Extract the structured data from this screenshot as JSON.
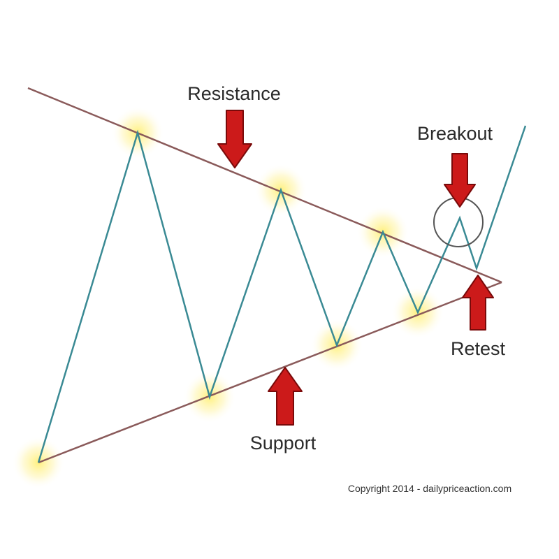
{
  "labels": {
    "resistance": "Resistance",
    "support": "Support",
    "breakout": "Breakout",
    "retest": "Retest"
  },
  "copyright": "Copyright 2014 - dailypriceaction.com",
  "colors": {
    "trend_lines": "#8a5a5a",
    "price_line": "#3a8a94",
    "arrow_fill": "#cc1a1a",
    "arrow_stroke": "#7a0a0a",
    "highlight": "#ffee66",
    "breakout_circle": "#555555"
  }
}
